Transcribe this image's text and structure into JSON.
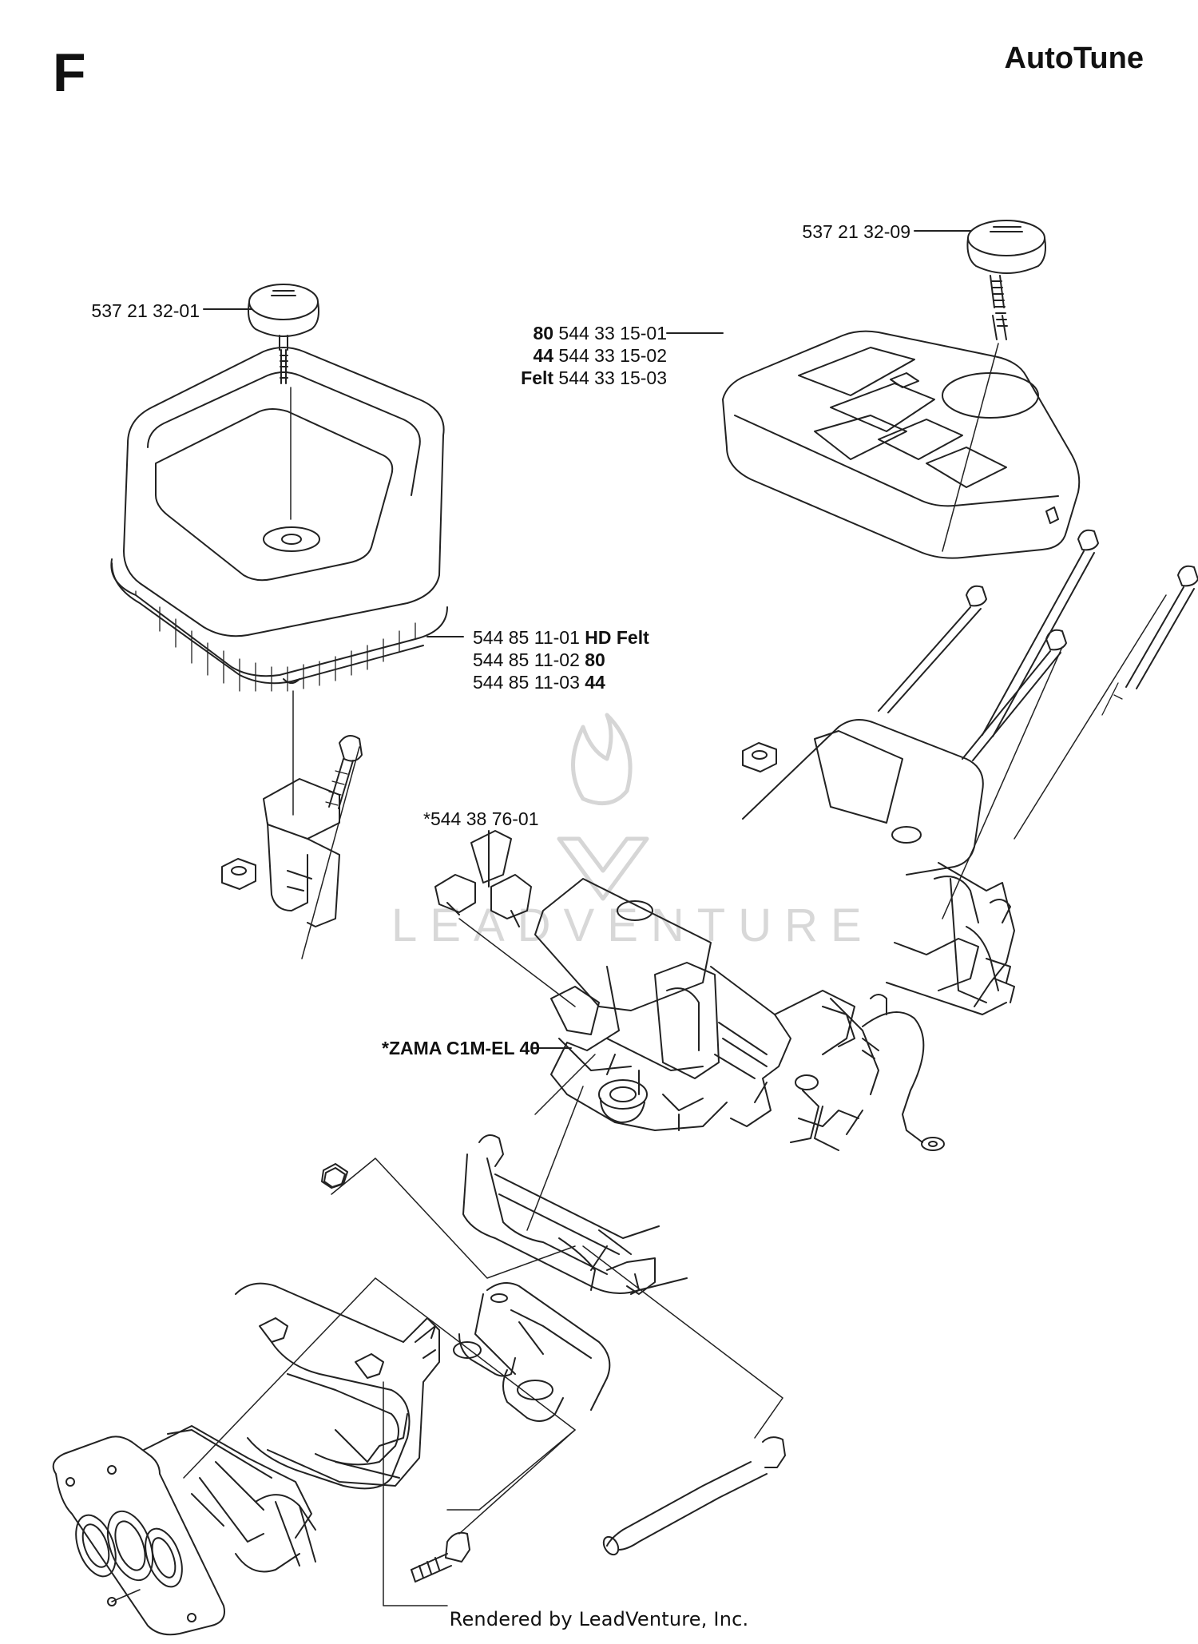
{
  "header": {
    "section": "F",
    "title": "AutoTune"
  },
  "parts": {
    "knob_left": "537 21 32-01",
    "knob_right": "537 21 32-09",
    "cover": [
      {
        "tag": "80",
        "num": "544 33 15-01"
      },
      {
        "tag": "44",
        "num": "544 33 15-02"
      },
      {
        "tag": "Felt",
        "num": "544 33 15-03"
      }
    ],
    "filter": [
      {
        "num": "544 85 11-01",
        "tag": "HD Felt"
      },
      {
        "num": "544 85 11-02",
        "tag": "80"
      },
      {
        "num": "544 85 11-03",
        "tag": "44"
      }
    ],
    "clip": "*544 38 76-01",
    "carb": "*ZAMA C1M-EL 40"
  },
  "watermark": "LEADVENTURE",
  "footer": "Rendered by LeadVenture, Inc."
}
